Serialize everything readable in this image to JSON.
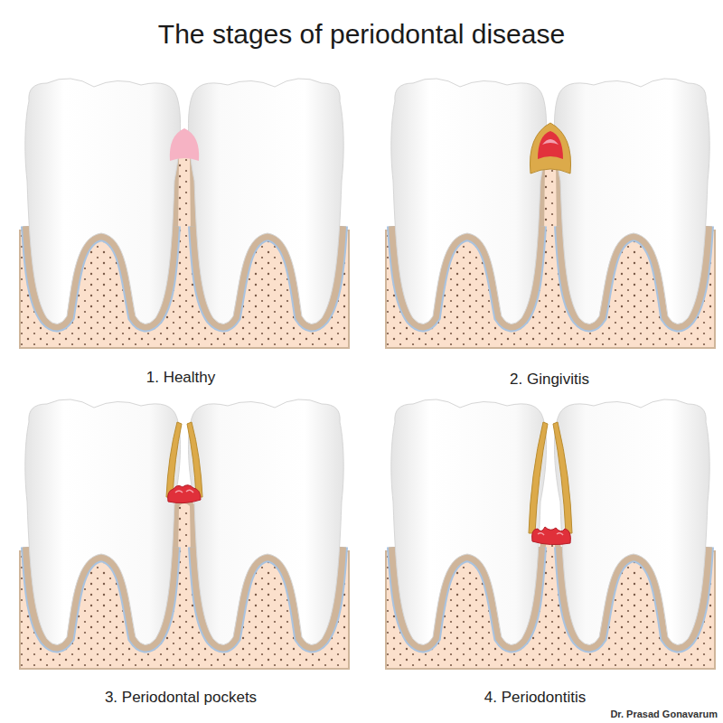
{
  "diagram": {
    "title": "The stages of periodontal disease",
    "labels": [
      "1. Healthy",
      "2. Gingivitis",
      "3. Periodontal pockets",
      "4. Periodontitis",
      "Dr. Prasad Gonavarum"
    ]
  }
}
